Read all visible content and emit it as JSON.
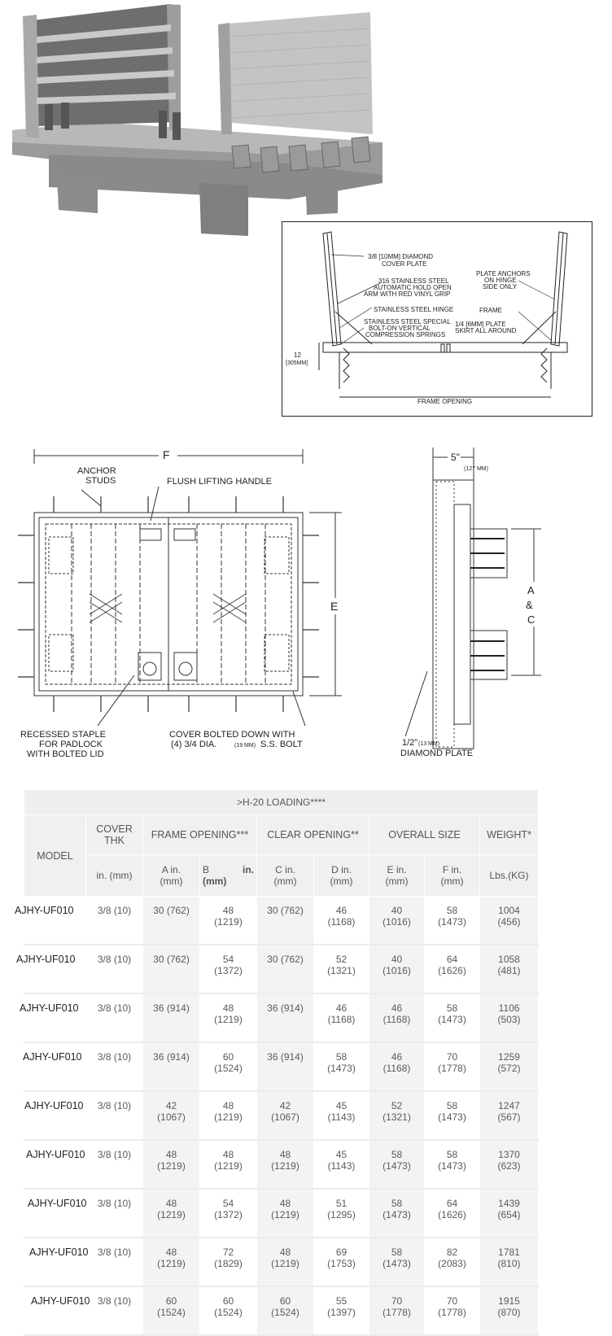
{
  "section_labels": {
    "cover_plate": [
      "3/8 [10MM] DIAMOND",
      "COVER PLATE"
    ],
    "hold_open_arm": [
      "316 STAINLESS STEEL",
      "AUTOMATIC HOLD OPEN",
      "ARM WITH RED VINYL GRIP"
    ],
    "hinge": "STAINLESS STEEL HINGE",
    "springs": [
      "STAINLESS STEEL SPECIAL",
      "BOLT-ON VERTICAL",
      "COMPRESSION SPRINGS"
    ],
    "plate_anchors": [
      "PLATE ANCHORS",
      "ON HINGE",
      "SIDE ONLY"
    ],
    "frame": "FRAME",
    "skirt": [
      "1/4 [6MM] PLATE",
      "SKIRT ALL AROUND"
    ],
    "height_dim": [
      "12",
      "[305MM]"
    ],
    "frame_opening": "FRAME OPENING"
  },
  "plan_labels": {
    "f_dim": "F",
    "e_dim": "E",
    "anchor_studs": [
      "ANCHOR",
      "STUDS"
    ],
    "lifting_handle": "FLUSH LIFTING HANDLE",
    "recessed_staple": [
      "RECESSED STAPLE",
      "FOR PADLOCK",
      "WITH BOLTED LID"
    ],
    "cover_bolted": [
      "COVER BOLTED DOWN WITH",
      "(4) 3/4 DIA.",
      "(19 MM)",
      "S.S. BOLT"
    ]
  },
  "side_labels": {
    "width_dim": "5\"",
    "width_mm": "(127 MM)",
    "ac_dim": [
      "A",
      "&",
      "C"
    ],
    "diamond_plate": [
      "1/2\"",
      "(13 MM)",
      "DIAMOND PLATE"
    ]
  },
  "table": {
    "title": ">H-20 LOADING****",
    "model_header": "MODEL",
    "groups": {
      "cover": [
        "COVER",
        "THK"
      ],
      "frame_opening": "FRAME OPENING***",
      "clear_opening": "CLEAR OPENING**",
      "overall_size": "OVERALL SIZE",
      "weight": "WEIGHT*"
    },
    "units": {
      "cover": "in. (mm)",
      "a": [
        "A in.",
        "(mm)"
      ],
      "b": [
        "B",
        "in.",
        "(mm)"
      ],
      "c": [
        "C in.",
        "(mm)"
      ],
      "d": [
        "D in.",
        "(mm)"
      ],
      "e": [
        "E in.",
        "(mm)"
      ],
      "f": [
        "F in.",
        "(mm)"
      ],
      "weight": "Lbs.(KG)"
    },
    "rows": [
      {
        "model": "AJHY-UF010",
        "cover": "3/8 (10)",
        "a": "30 (762)",
        "b": [
          "48",
          "(1219)"
        ],
        "c": "30 (762)",
        "d": [
          "46",
          "(1168)"
        ],
        "e": [
          "40",
          "(1016)"
        ],
        "f": [
          "58",
          "(1473)"
        ],
        "w": [
          "1004",
          "(456)"
        ]
      },
      {
        "model": "AJHY-UF010",
        "cover": "3/8 (10)",
        "a": "30 (762)",
        "b": [
          "54",
          "(1372)"
        ],
        "c": "30 (762)",
        "d": [
          "52",
          "(1321)"
        ],
        "e": [
          "40",
          "(1016)"
        ],
        "f": [
          "64",
          "(1626)"
        ],
        "w": [
          "1058",
          "(481)"
        ]
      },
      {
        "model": "AJHY-UF010",
        "cover": "3/8 (10)",
        "a": "36 (914)",
        "b": [
          "48",
          "(1219)"
        ],
        "c": "36 (914)",
        "d": [
          "46",
          "(1168)"
        ],
        "e": [
          "46",
          "(1168)"
        ],
        "f": [
          "58",
          "(1473)"
        ],
        "w": [
          "1106",
          "(503)"
        ]
      },
      {
        "model": "AJHY-UF010",
        "cover": "3/8 (10)",
        "a": "36 (914)",
        "b": [
          "60",
          "(1524)"
        ],
        "c": "36 (914)",
        "d": [
          "58",
          "(1473)"
        ],
        "e": [
          "46",
          "(1168)"
        ],
        "f": [
          "70",
          "(1778)"
        ],
        "w": [
          "1259",
          "(572)"
        ]
      },
      {
        "model": "AJHY-UF010",
        "cover": "3/8 (10)",
        "a": [
          "42",
          "(1067)"
        ],
        "b": [
          "48",
          "(1219)"
        ],
        "c": [
          "42",
          "(1067)"
        ],
        "d": [
          "45",
          "(1143)"
        ],
        "e": [
          "52",
          "(1321)"
        ],
        "f": [
          "58",
          "(1473)"
        ],
        "w": [
          "1247",
          "(567)"
        ]
      },
      {
        "model": "AJHY-UF010",
        "cover": "3/8 (10)",
        "a": [
          "48",
          "(1219)"
        ],
        "b": [
          "48",
          "(1219)"
        ],
        "c": [
          "48",
          "(1219)"
        ],
        "d": [
          "45",
          "(1143)"
        ],
        "e": [
          "58",
          "(1473)"
        ],
        "f": [
          "58",
          "(1473)"
        ],
        "w": [
          "1370",
          "(623)"
        ]
      },
      {
        "model": "AJHY-UF010",
        "cover": "3/8 (10)",
        "a": [
          "48",
          "(1219)"
        ],
        "b": [
          "54",
          "(1372)"
        ],
        "c": [
          "48",
          "(1219)"
        ],
        "d": [
          "51",
          "(1295)"
        ],
        "e": [
          "58",
          "(1473)"
        ],
        "f": [
          "64",
          "(1626)"
        ],
        "w": [
          "1439",
          "(654)"
        ]
      },
      {
        "model": "AJHY-UF010",
        "cover": "3/8 (10)",
        "a": [
          "48",
          "(1219)"
        ],
        "b": [
          "72",
          "(1829)"
        ],
        "c": [
          "48",
          "(1219)"
        ],
        "d": [
          "69",
          "(1753)"
        ],
        "e": [
          "58",
          "(1473)"
        ],
        "f": [
          "82",
          "(2083)"
        ],
        "w": [
          "1781",
          "(810)"
        ]
      },
      {
        "model": "AJHY-UF010",
        "cover": "3/8 (10)",
        "a": [
          "60",
          "(1524)"
        ],
        "b": [
          "60",
          "(1524)"
        ],
        "c": [
          "60",
          "(1524)"
        ],
        "d": [
          "55",
          "(1397)"
        ],
        "e": [
          "70",
          "(1778)"
        ],
        "f": [
          "70",
          "(1778)"
        ],
        "w": [
          "1915",
          "(870)"
        ]
      }
    ]
  }
}
